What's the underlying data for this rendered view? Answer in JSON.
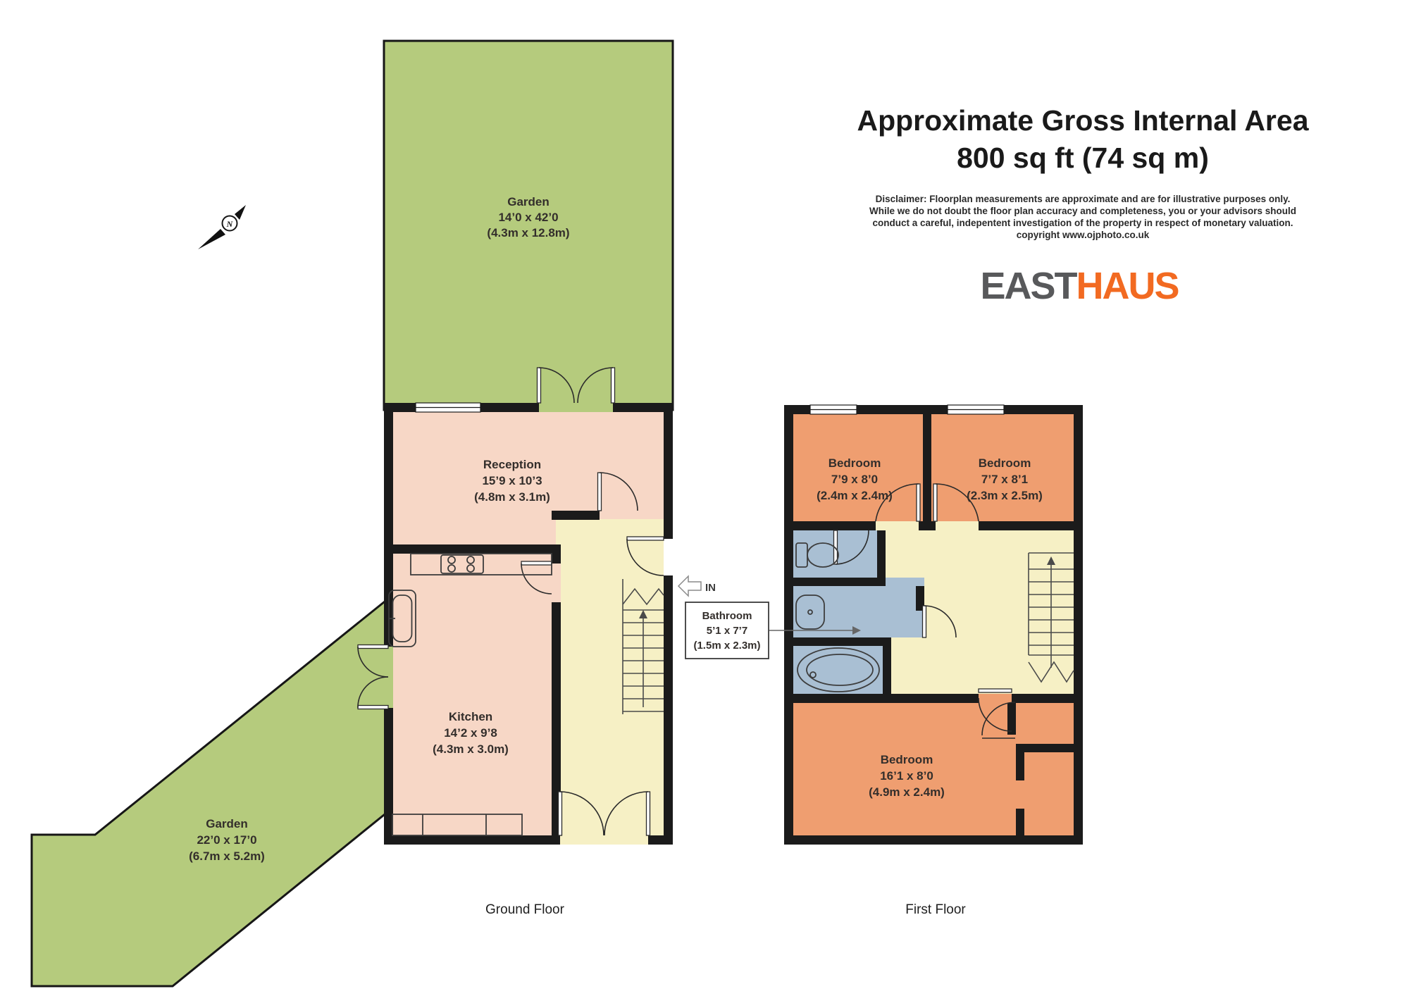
{
  "header": {
    "title_line1": "Approximate Gross Internal Area",
    "title_line2": "800 sq ft (74 sq m)",
    "disclaimer": {
      "l1": "Disclaimer: Floorplan measurements are approximate and are for illustrative purposes only.",
      "l2": "While we do not doubt the floor plan accuracy and completeness, you or your advisors should",
      "l3": "conduct a careful, indepentent investigation of the property in respect of monetary valuation.",
      "l4": "copyright www.ojphoto.co.uk"
    },
    "logo": {
      "gray": "EAST",
      "orange": "HAUS"
    }
  },
  "floors": {
    "ground": {
      "caption": "Ground Floor"
    },
    "first": {
      "caption": "First Floor"
    }
  },
  "rooms": {
    "garden_top": {
      "name": "Garden",
      "imperial": "14’0 x 42’0",
      "metric": "(4.3m x 12.8m)"
    },
    "reception": {
      "name": "Reception",
      "imperial": "15’9 x 10’3",
      "metric": "(4.8m x 3.1m)"
    },
    "kitchen": {
      "name": "Kitchen",
      "imperial": "14’2 x 9’8",
      "metric": "(4.3m x 3.0m)"
    },
    "garden_side": {
      "name": "Garden",
      "imperial": "22’0 x 17’0",
      "metric": "(6.7m x 5.2m)"
    },
    "bedroom1": {
      "name": "Bedroom",
      "imperial": "7’9 x 8’0",
      "metric": "(2.4m x 2.4m)"
    },
    "bedroom2": {
      "name": "Bedroom",
      "imperial": "7’7 x 8’1",
      "metric": "(2.3m x 2.5m)"
    },
    "bedroom3": {
      "name": "Bedroom",
      "imperial": "16’1 x 8’0",
      "metric": "(4.9m x 2.4m)"
    },
    "bathroom": {
      "name": "Bathroom",
      "imperial": "5’1 x 7’7",
      "metric": "(1.5m x 2.3m)"
    }
  },
  "annotations": {
    "entrance": "IN",
    "compass": "N"
  },
  "colors": {
    "garden": "#b5cb7d",
    "room_pink": "#f7d7c6",
    "hall_yellow": "#f6f0c5",
    "bedroom_orange": "#ef9e70",
    "bathroom_blue": "#a9bfd3",
    "wall": "#1b1b1b",
    "logo_gray": "#58595b",
    "logo_orange": "#f26a21"
  }
}
